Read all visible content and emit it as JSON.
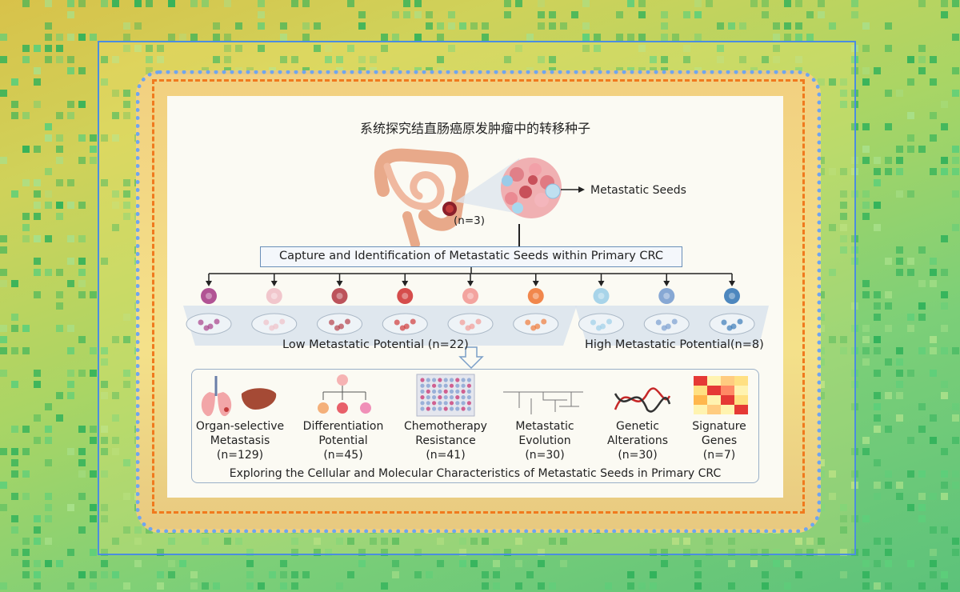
{
  "title": "系统探究结直肠癌原发肿瘤中的转移种子",
  "sample_count": "(n=3)",
  "seeds_label": "Metastatic Seeds",
  "capture_label": "Capture and Identification of Metastatic Seeds within Primary CRC",
  "low_label": "Low Metastatic Potential (n=22)",
  "high_label": "High Metastatic Potential(n=8)",
  "categories": [
    {
      "line1": "Organ-selective",
      "line2": "Metastasis",
      "count": "(n=129)"
    },
    {
      "line1": "Differentiation",
      "line2": "Potential",
      "count": "(n=45)"
    },
    {
      "line1": "Chemotherapy",
      "line2": "Resistance",
      "count": "(n=41)"
    },
    {
      "line1": "Metastatic",
      "line2": "Evolution",
      "count": "(n=30)"
    },
    {
      "line1": "Genetic",
      "line2": "Alterations",
      "count": "(n=30)"
    },
    {
      "line1": "Signature",
      "line2": "Genes",
      "count": "(n=7)"
    }
  ],
  "bottom_caption": "Exploring the Cellular and Molecular Characteristics of Metastatic Seeds in Primary CRC",
  "cell_colors": [
    "#a8408a",
    "#f0c0c8",
    "#b5404a",
    "#d03a3a",
    "#f29a96",
    "#f07a3a",
    "#9ecfe8",
    "#7a9ed0",
    "#3a7ab8"
  ],
  "colors": {
    "frame_blue": "#4b8de0",
    "dash_orange": "#f07a1e",
    "dot_blue": "#6fa5f0"
  }
}
